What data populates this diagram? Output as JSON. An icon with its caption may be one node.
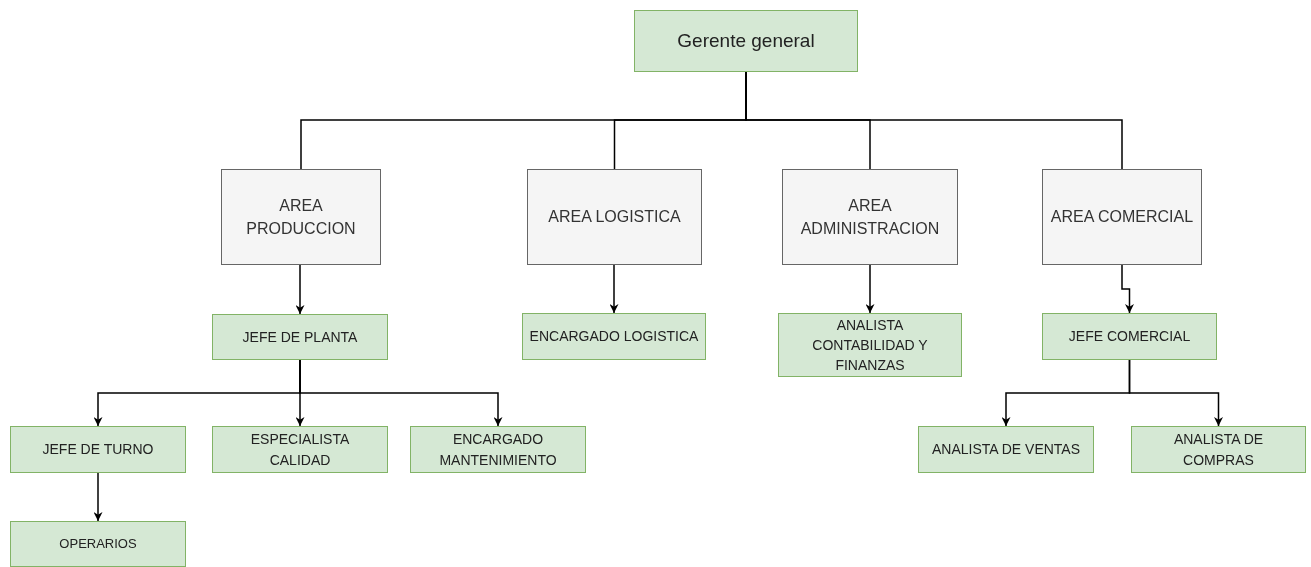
{
  "diagram": {
    "nodes": [
      {
        "text": [
          "Gerente general"
        ]
      },
      {
        "text": [
          "AREA PRODUCCION"
        ]
      },
      {
        "text": [
          "AREA LOGISTICA"
        ]
      },
      {
        "text": [
          "AREA ADMINISTRACION"
        ]
      },
      {
        "text": [
          "AREA COMERCIAL"
        ]
      },
      {
        "text": [
          "JEFE DE PLANTA"
        ]
      },
      {
        "text": [
          "ENCARGADO LOGISTICA"
        ]
      },
      {
        "text": [
          "ANALISTA CONTABILIDAD Y FINANZAS"
        ]
      },
      {
        "text": [
          "JEFE COMERCIAL"
        ]
      },
      {
        "text": [
          "JEFE DE TURNO"
        ]
      },
      {
        "text": [
          "ESPECIALISTA CALIDAD"
        ]
      },
      {
        "text": [
          "ENCARGADO MANTENIMIENTO"
        ]
      },
      {
        "text": [
          "ANALISTA DE VENTAS"
        ]
      },
      {
        "text": [
          "ANALISTA DE COMPRAS"
        ]
      },
      {
        "text": [
          "OPERARIOS"
        ]
      }
    ],
    "edges": [
      {
        "from": 0,
        "to": 1,
        "arrow": "none"
      },
      {
        "from": 0,
        "to": 2,
        "arrow": "none"
      },
      {
        "from": 0,
        "to": 3,
        "arrow": "none"
      },
      {
        "from": 0,
        "to": 4,
        "arrow": "none"
      },
      {
        "from": 1,
        "to": 5,
        "arrow": "to"
      },
      {
        "from": 2,
        "to": 6,
        "arrow": "to"
      },
      {
        "from": 3,
        "to": 7,
        "arrow": "to"
      },
      {
        "from": 4,
        "to": 8,
        "arrow": "to"
      },
      {
        "from": 5,
        "to": 9,
        "arrow": "to"
      },
      {
        "from": 5,
        "to": 10,
        "arrow": "to"
      },
      {
        "from": 5,
        "to": 11,
        "arrow": "to"
      },
      {
        "from": 9,
        "to": 14,
        "arrow": "to"
      },
      {
        "from": 8,
        "to": 12,
        "arrow": "to"
      },
      {
        "from": 8,
        "to": 13,
        "arrow": "to"
      }
    ]
  }
}
